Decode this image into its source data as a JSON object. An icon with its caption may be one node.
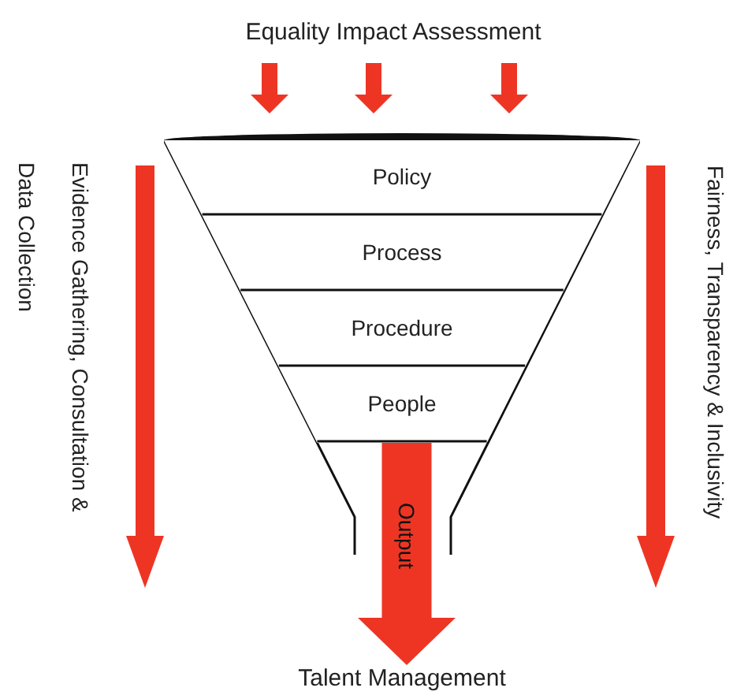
{
  "diagram": {
    "nodes": [
      {
        "text": [
          "Equality Impact Assessment"
        ]
      },
      {
        "text": [],
        "shape": "funnel"
      },
      {
        "text": [
          "Policy"
        ],
        "in": 1
      },
      {
        "text": [
          "Process"
        ],
        "in": 1
      },
      {
        "text": [
          "Procedure"
        ],
        "in": 1
      },
      {
        "text": [
          "People"
        ],
        "in": 1
      },
      {
        "text": [
          "Talent Management"
        ]
      }
    ],
    "edges": [
      {
        "from": 0,
        "to": 1,
        "arrow": "to",
        "color": "#ee3524"
      },
      {
        "from": 0,
        "to": 1,
        "arrow": "to",
        "color": "#ee3524"
      },
      {
        "from": 0,
        "to": 1,
        "arrow": "to",
        "color": "#ee3524"
      },
      {
        "from": 5,
        "to": 6,
        "label": "Output",
        "arrow": "to",
        "style": "thick",
        "color": "#ee3524"
      }
    ],
    "labels": [
      "Evidence Gathering, Consultation & Data Collection",
      "Fairness, Transparency & Inclusivity"
    ]
  }
}
